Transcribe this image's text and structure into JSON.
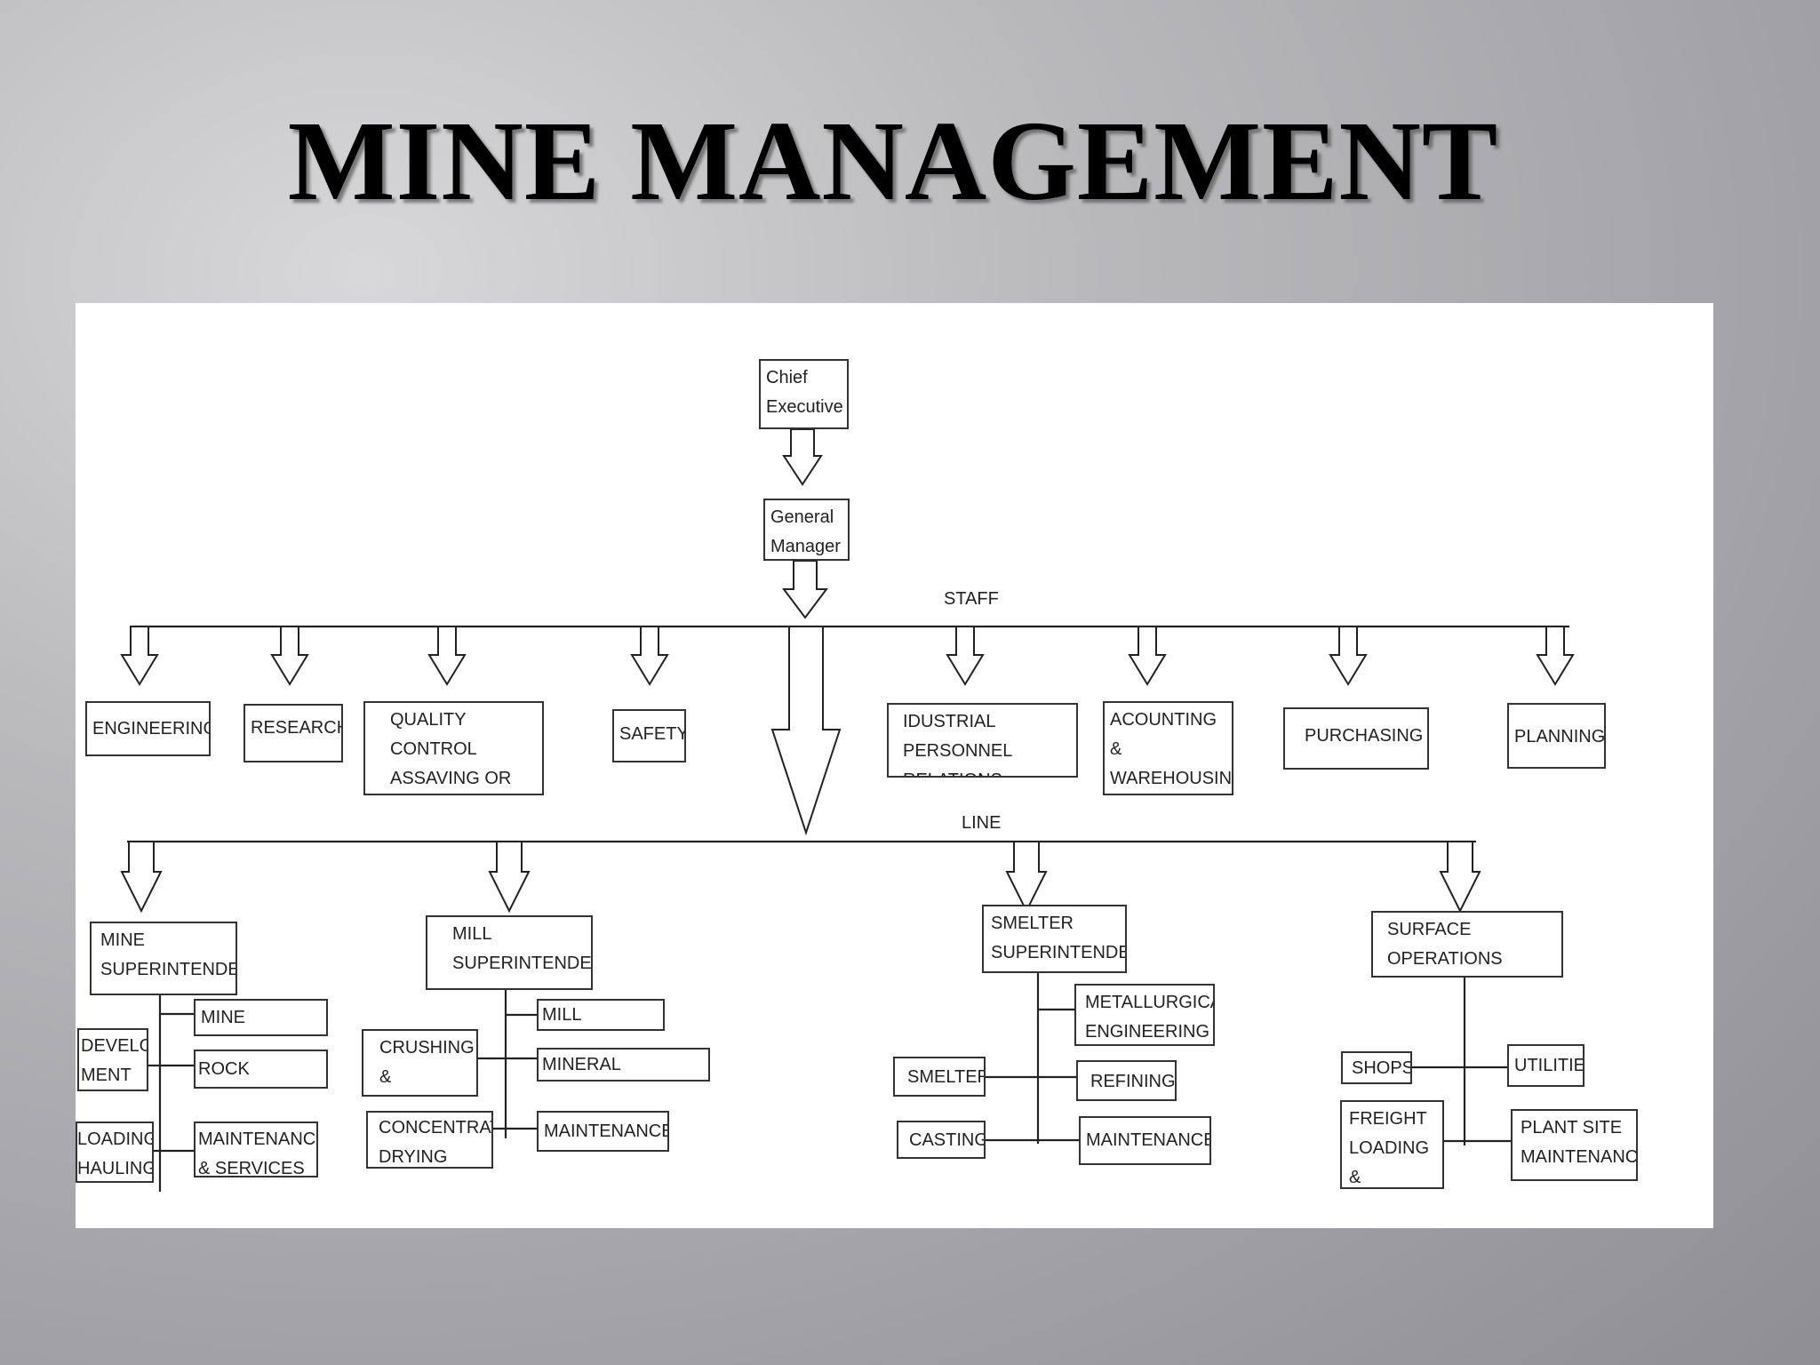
{
  "title": "MINE MANAGEMENT",
  "chief": "Chief\nExecutive",
  "gm": "General\nManager",
  "staff_label": "STAFF",
  "line_label": "LINE",
  "staff": {
    "engineering": "ENGINEERING",
    "research": "RESEARCH",
    "quality": "QUALITY CONTROL\nASSAVING OR\nCHEMISTRTY",
    "safety": "SAFETY",
    "industrial": "IDUSTRIAL PERSONNEL\nRELATIONS",
    "accounting": "ACOUNTING\n&\nWAREHOUSING",
    "purchasing": "PURCHASING",
    "planning": "PLANNING"
  },
  "mine": {
    "superintendent": "MINE\nSUPERINTENDENT",
    "mine_engineer": "MINE ENGINEER",
    "development": "DEVELOP\nMENT",
    "rock_breaking": "ROCK BREAKING",
    "loading_hauling": "LOADING&\nHAULING",
    "maintenance_services": "MAINTENANCE\n& SERVICES"
  },
  "mill": {
    "superintendent": "MILL\nSUPERINTENDENT",
    "mill_engineer": "MILL ENGINEER",
    "crushing": "CRUSHING &\nGRINDING",
    "mineral_separation": "MINERAL SEPARATION",
    "concentrate_drying": "CONCENTRATE\nDRYING",
    "maintenance": "MAINTENANCE"
  },
  "smelter": {
    "superintendent": "SMELTER\nSUPERINTENDENT",
    "metallurgical": "METALLURGICAL\nENGINEERING",
    "smelter": "SMELTER",
    "refining": "REFINING",
    "casting": "CASTING",
    "maintenance": "MAINTENANCE"
  },
  "surface": {
    "head": "SURFACE OPERATIONS\n& MAINTENANCE",
    "shops": "SHOPS",
    "utilities": "UTILITIES",
    "freight": "FREIGHT\nLOADING &\nUNLOADING",
    "plant_site": "PLANT SITE\nMAINTENANCE"
  }
}
